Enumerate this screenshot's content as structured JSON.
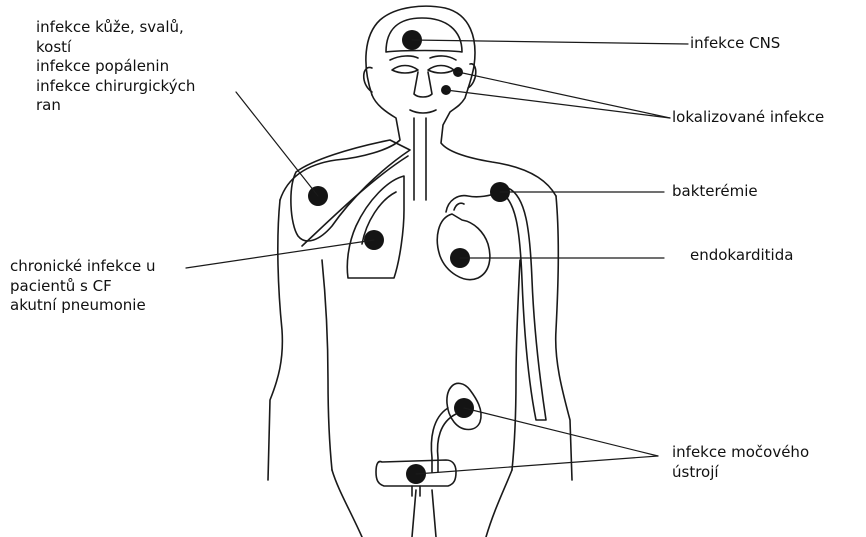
{
  "labels": {
    "skin": [
      "infekce kůže, svalů,",
      "kostí",
      "infekce popálenin",
      "infekce chirurgických",
      "ran"
    ],
    "chronic": [
      "chronické infekce u",
      "pacientů s CF",
      "akutní pneumonie"
    ],
    "cns": [
      "infekce CNS"
    ],
    "localized": [
      "lokalizované infekce"
    ],
    "bacteremia": [
      "bakterémie"
    ],
    "endocarditis": [
      "endokarditida"
    ],
    "urinary": [
      "infekce močového",
      "ústrojí"
    ]
  },
  "colors": {
    "line": "#1a1a1a",
    "dot": "#141414"
  }
}
